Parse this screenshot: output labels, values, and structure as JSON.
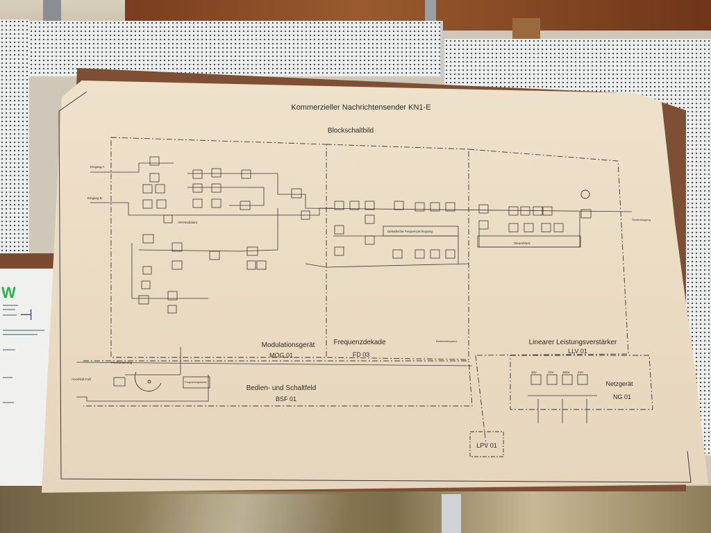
{
  "poster": {
    "title": "Kommerzieller Nachrichtensender KN1-E",
    "subtitle": "Blockschaltbild",
    "sections": [
      {
        "name": "Modulationsgerät",
        "code": "MOG 01"
      },
      {
        "name": "Frequenzdekade",
        "code": "FD 03"
      },
      {
        "name": "Linearer Leistungsverstärker",
        "code": "LLV 01"
      },
      {
        "name": "Bedien- und Schaltfeld",
        "code": "BSF 01"
      },
      {
        "name": "Netzgerät",
        "code": "NG 01"
      }
    ],
    "lpv_label": "LPV 01",
    "labels": {
      "eingang_a": "Eingang A",
      "eingang_b": "Eingang B",
      "modulator": "AM-Modulator",
      "frequenzerzeugung": "Dekadische Frequenzerzeugung",
      "steuerblock": "Steuerblock",
      "fernbedienung": "Fernbedienung",
      "anschluss": "Anschluß Fuß",
      "sendeausgang": "Sendeausgang",
      "frequenzspeicher": "Frequenzspeicher",
      "betriebsfrequenz": "Betriebsfrequenz"
    },
    "supply_blocks": [
      "30V",
      "-70V",
      "300V",
      "24V"
    ]
  }
}
